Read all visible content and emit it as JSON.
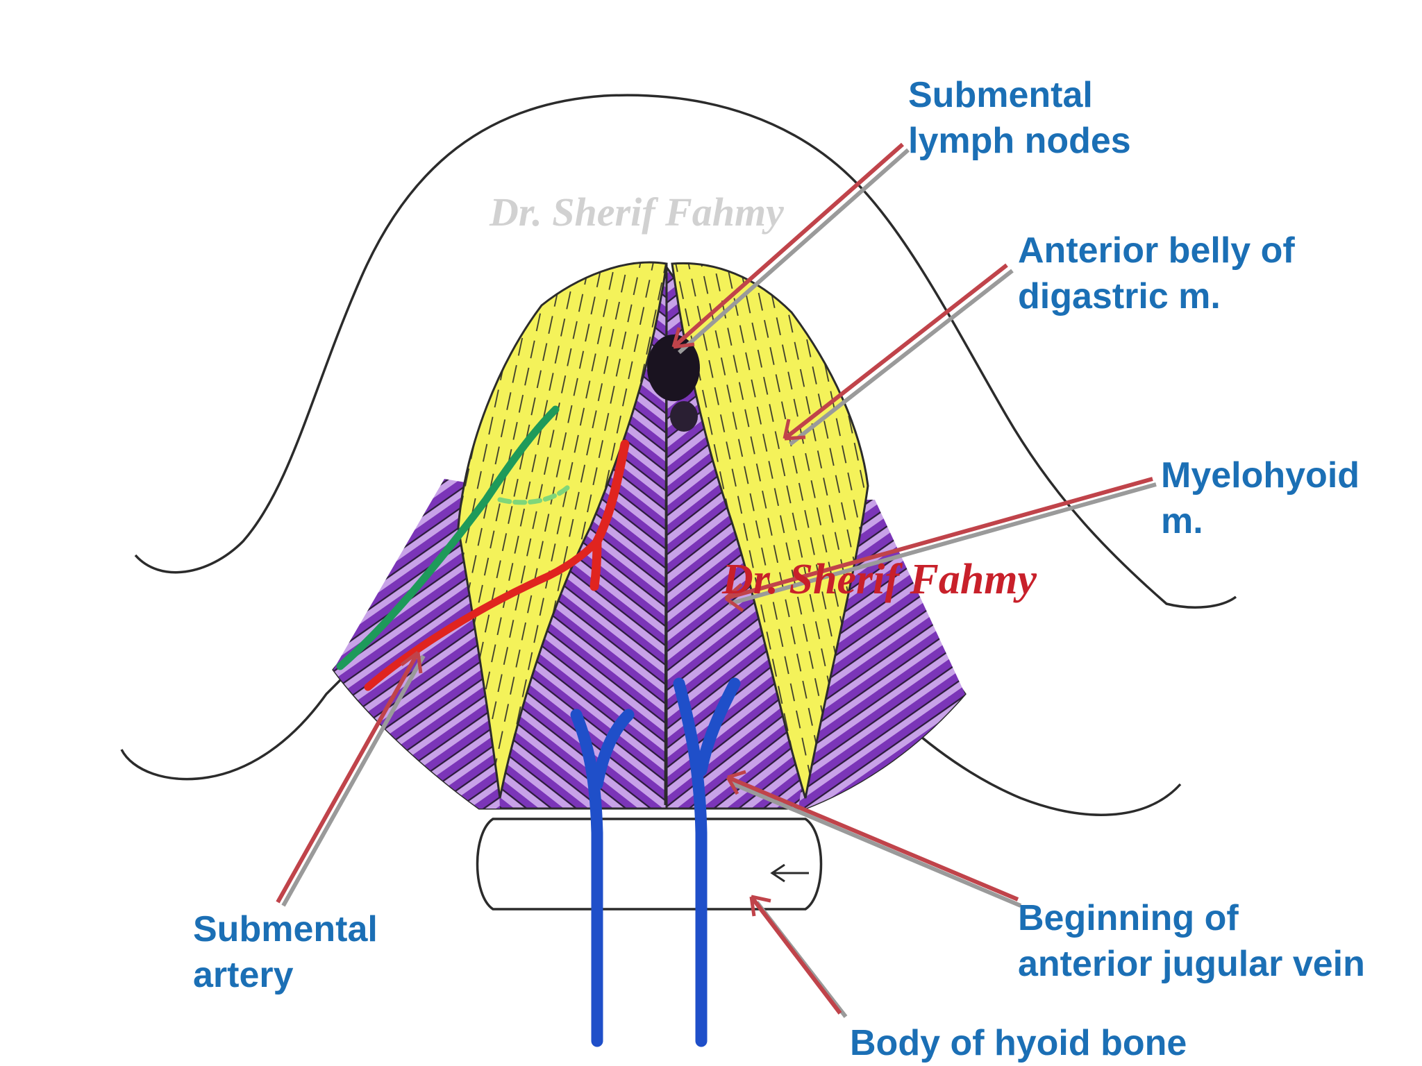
{
  "labels": {
    "submental_lymph_nodes": [
      "Submental",
      "lymph nodes"
    ],
    "anterior_belly_digastric": [
      "Anterior belly of",
      "digastric m."
    ],
    "myelohyoid": [
      "Myelohyoid",
      "m."
    ],
    "submental_artery": [
      "Submental",
      "artery"
    ],
    "anterior_jugular_vein": [
      "Beginning of",
      "anterior jugular vein"
    ],
    "hyoid_bone": [
      "Body of hyoid bone"
    ]
  },
  "watermark": "Dr. Sherif Fahmy",
  "colors": {
    "label_text": "#1b6fb5",
    "pointer": "#c0434a",
    "pointer_shadow": "#9a9a9a",
    "outline": "#2b2b2b",
    "digastric": "#f4f25a",
    "mylohyoid": "#7b35b8",
    "mylohyoid_light": "#c8a2e8",
    "artery": "#e0241f",
    "nerve": "#1e9a5a",
    "vein": "#1f4fc9",
    "lymph_node": "#1a1320",
    "watermark_top": "#c9c9c9",
    "watermark_center": "#c8202a"
  }
}
